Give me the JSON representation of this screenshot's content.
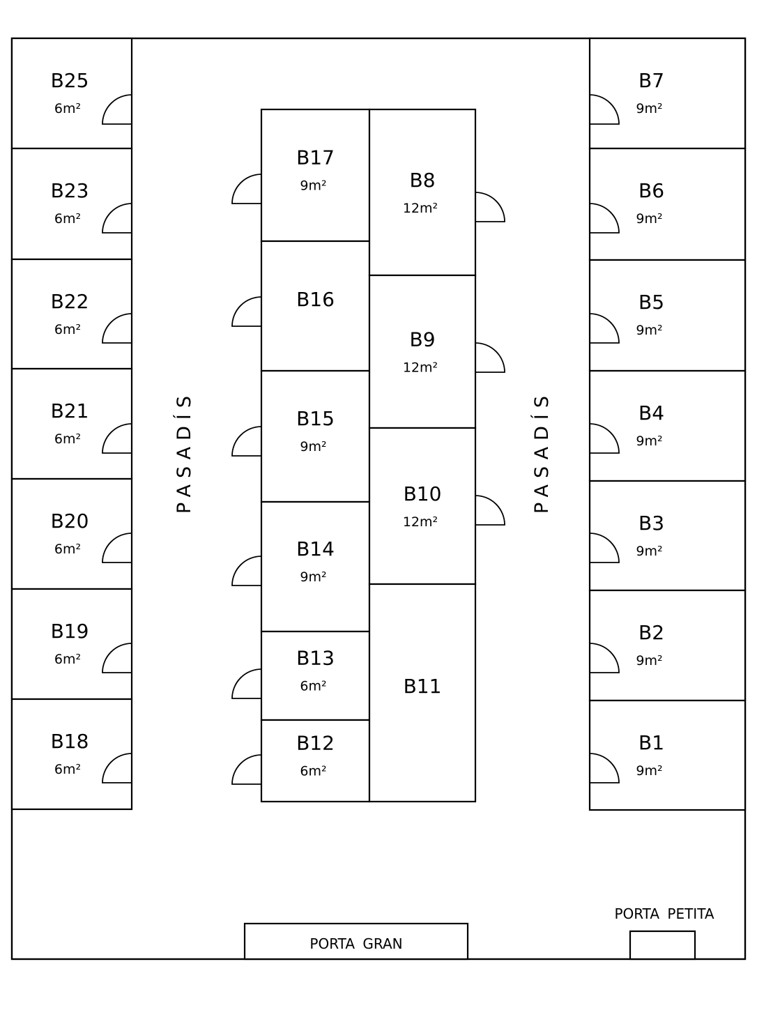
{
  "plan": {
    "corridor_label": "PASADÍS",
    "exits": {
      "big_door": "PORTA  GRAN",
      "small_door": "PORTA  PETITA"
    },
    "left_units": [
      {
        "id": "B25",
        "area": "6m²"
      },
      {
        "id": "B23",
        "area": "6m²"
      },
      {
        "id": "B22",
        "area": "6m²"
      },
      {
        "id": "B21",
        "area": "6m²"
      },
      {
        "id": "B20",
        "area": "6m²"
      },
      {
        "id": "B19",
        "area": "6m²"
      },
      {
        "id": "B18",
        "area": "6m²"
      }
    ],
    "right_units": [
      {
        "id": "B7",
        "area": "9m²"
      },
      {
        "id": "B6",
        "area": "9m²"
      },
      {
        "id": "B5",
        "area": "9m²"
      },
      {
        "id": "B4",
        "area": "9m²"
      },
      {
        "id": "B3",
        "area": "9m²"
      },
      {
        "id": "B2",
        "area": "9m²"
      },
      {
        "id": "B1",
        "area": "9m²"
      }
    ],
    "center_left_units": [
      {
        "id": "B17",
        "area": "9m²"
      },
      {
        "id": "B16",
        "area": ""
      },
      {
        "id": "B15",
        "area": "9m²"
      },
      {
        "id": "B14",
        "area": "9m²"
      },
      {
        "id": "B13",
        "area": "6m²"
      },
      {
        "id": "B12",
        "area": "6m²"
      }
    ],
    "center_right_units": [
      {
        "id": "B8",
        "area": "12m²"
      },
      {
        "id": "B9",
        "area": "12m²"
      },
      {
        "id": "B10",
        "area": "12m²"
      },
      {
        "id": "B11",
        "area": ""
      }
    ]
  }
}
